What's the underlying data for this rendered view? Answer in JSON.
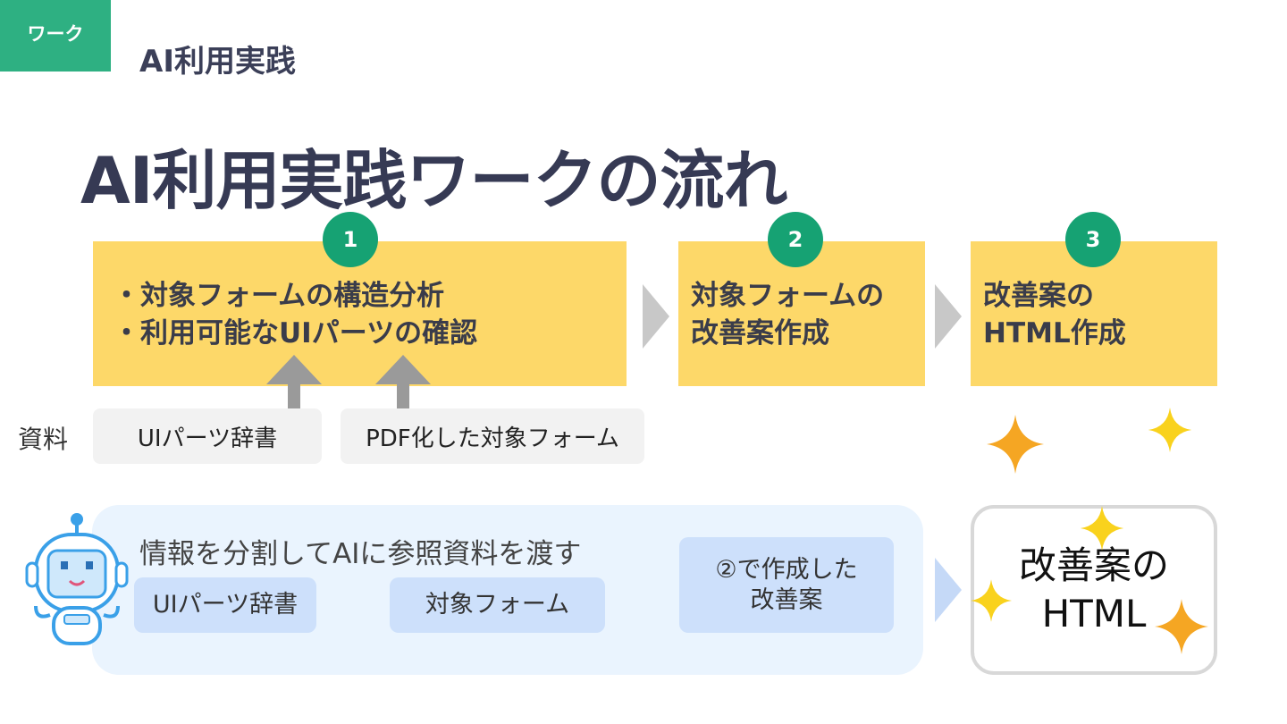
{
  "header": {
    "tag": "ワーク",
    "title": "AI利用実践"
  },
  "main_title": "AI利用実践ワークの流れ",
  "steps": [
    {
      "number": "1",
      "lines": [
        "・対象フォームの構造分析",
        "・利用可能なUIパーツの確認"
      ]
    },
    {
      "number": "2",
      "lines": [
        "対象フォームの",
        "改善案作成"
      ]
    },
    {
      "number": "3",
      "lines": [
        "改善案の",
        "HTML作成"
      ]
    }
  ],
  "materials": {
    "label": "資料",
    "items": [
      "UIパーツ辞書",
      "PDF化した対象フォーム"
    ]
  },
  "ai_panel": {
    "description": "情報を分割してAIに参照資料を渡す",
    "chips": [
      "UIパーツ辞書",
      "対象フォーム"
    ],
    "improvement_chip": [
      "②で作成した",
      "改善案"
    ]
  },
  "result": {
    "lines": [
      "改善案の",
      "HTML"
    ]
  },
  "colors": {
    "tag": "#2eb082",
    "step_box": "#fdd869",
    "step_number": "#16a273",
    "material_box": "#f2f2f2",
    "ai_panel": "#eaf4fe",
    "chip": "#cde0fb",
    "arrow_gray": "#c8c8c8",
    "arrow_blue": "#c5d9f7",
    "sparkle_orange": "#f5a623",
    "sparkle_yellow": "#f9d21d"
  },
  "icons": [
    "up-arrow-icon",
    "chevron-right-icon",
    "robot-icon",
    "sparkle-icon"
  ]
}
